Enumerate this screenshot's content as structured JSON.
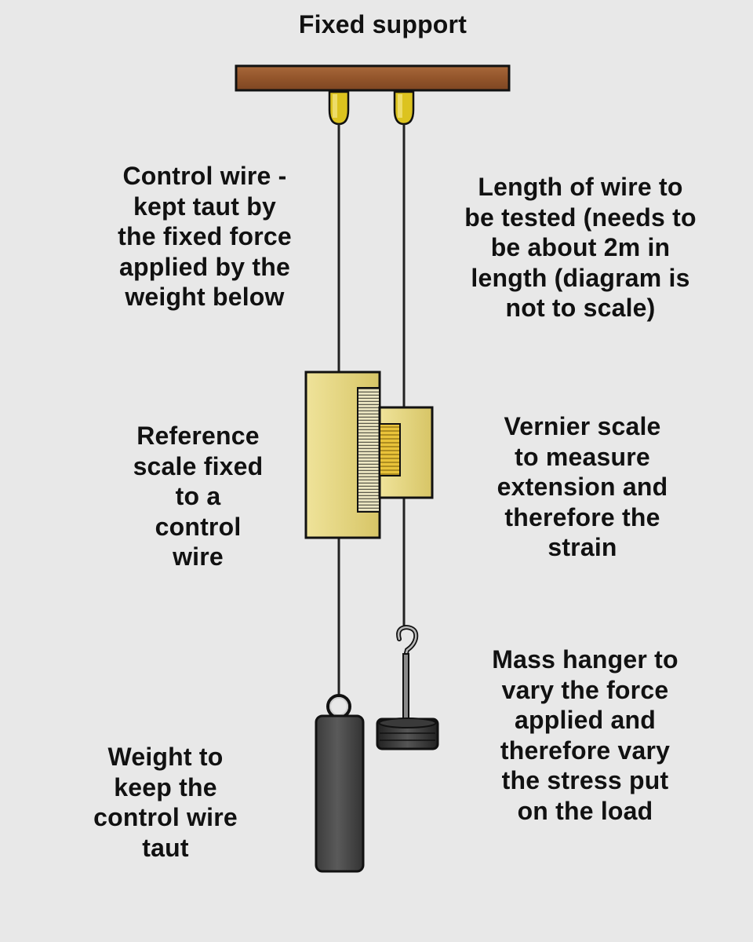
{
  "labels": {
    "fixed_support": [
      "Fixed support"
    ],
    "control_wire": [
      "Control wire -",
      "kept taut by",
      "the fixed force",
      "applied by the",
      "weight below"
    ],
    "test_wire": [
      "Length of wire to",
      "be tested (needs to",
      "be about 2m in",
      "length (diagram is",
      "not to scale)"
    ],
    "reference_scale": [
      "Reference",
      "scale fixed",
      "to a",
      "control",
      "wire"
    ],
    "vernier_scale": [
      "Vernier scale",
      "to measure",
      "extension and",
      "therefore the",
      "strain"
    ],
    "mass_hanger": [
      "Mass hanger to",
      "vary the force",
      "applied and",
      "therefore vary",
      "the stress put",
      "on the load"
    ],
    "weight": [
      "Weight to",
      "keep the",
      "control wire",
      "taut"
    ]
  },
  "colors": {
    "background": "#e8e8e8",
    "support_wood": "#9a5a2e",
    "clamp_gold": "#d8c21e",
    "scale_brass": "#e2d27c",
    "weight_grey": "#4a4a4a",
    "wire": "#222222"
  }
}
